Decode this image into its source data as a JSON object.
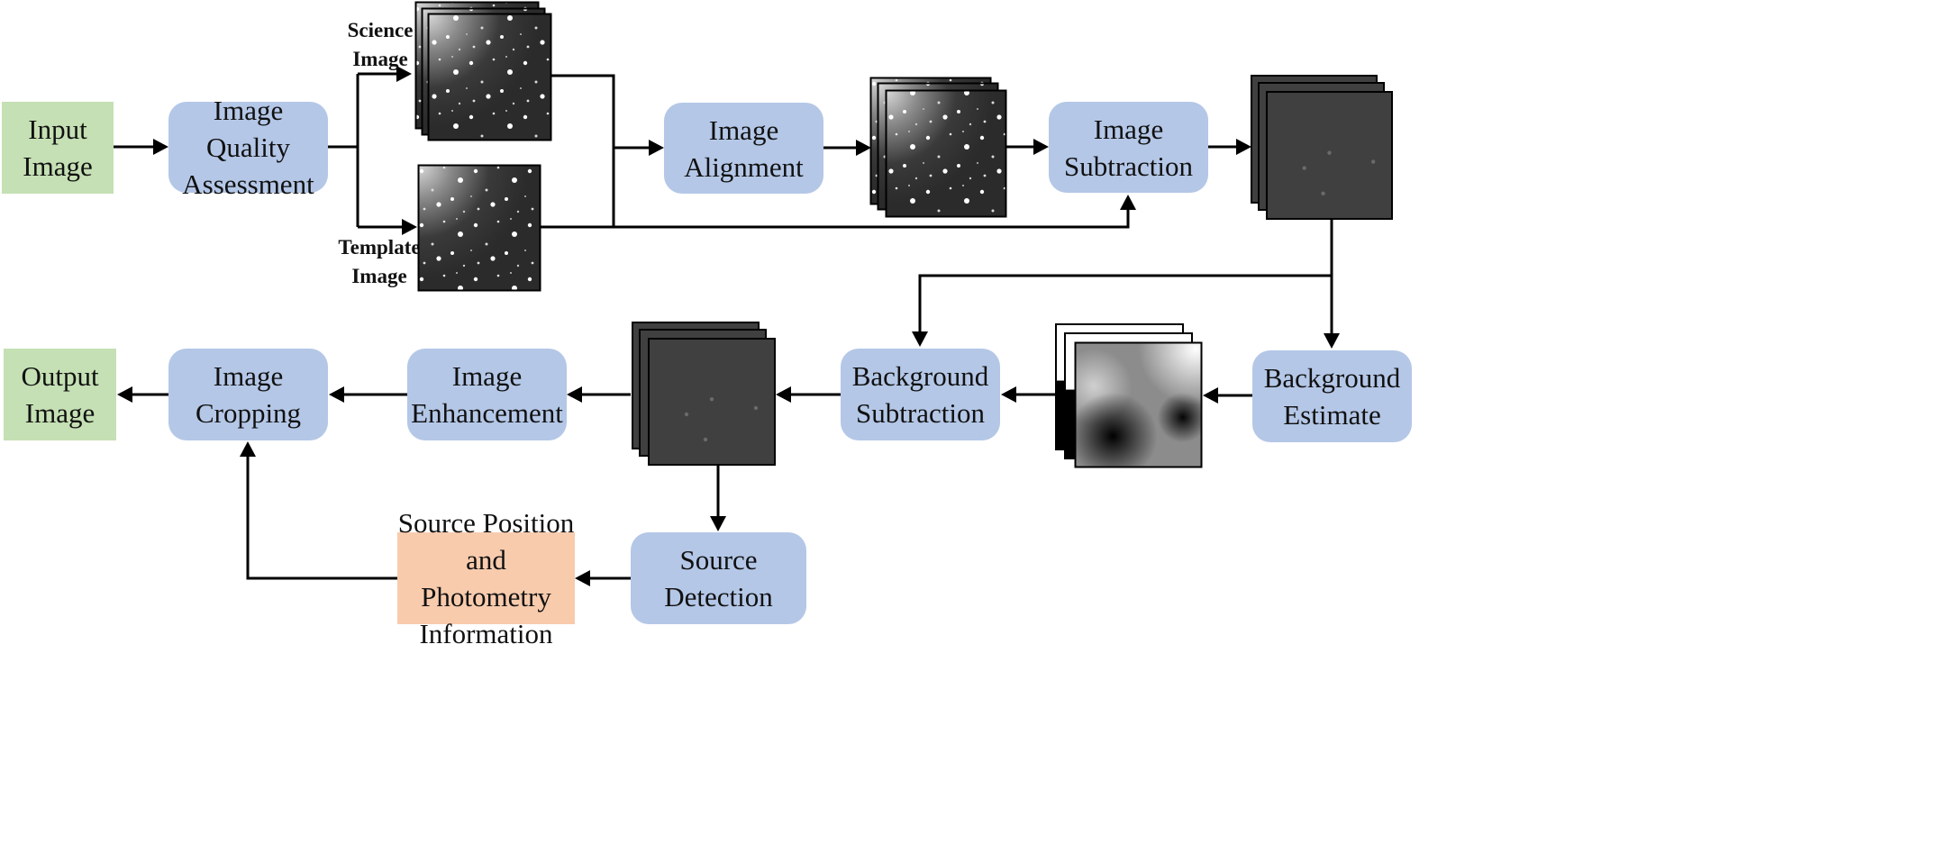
{
  "colors": {
    "io_fill": "#c5e0b4",
    "process_fill": "#b4c7e7",
    "info_fill": "#f8cbad",
    "arrow": "#000000"
  },
  "nodes": {
    "input_image": "Input\nImage",
    "image_quality_assessment": "Image Quality\nAssessment",
    "image_alignment": "Image\nAlignment",
    "image_subtraction": "Image\nSubtraction",
    "background_estimate": "Background\nEstimate",
    "background_subtraction": "Background\nSubtraction",
    "image_enhancement": "Image\nEnhancement",
    "image_cropping": "Image\nCropping",
    "output_image": "Output\nImage",
    "source_detection": "Source Detection",
    "source_info": "Source Position\nand Photometry\nInformation"
  },
  "image_labels": {
    "science": "Science\nImage",
    "template": "Template\nImage"
  },
  "thumbnails": {
    "science": "star-field",
    "template": "star-field",
    "aligned": "star-field",
    "difference": "dark-residual",
    "background_map": "smooth-background",
    "background_subtracted": "dark-residual"
  }
}
